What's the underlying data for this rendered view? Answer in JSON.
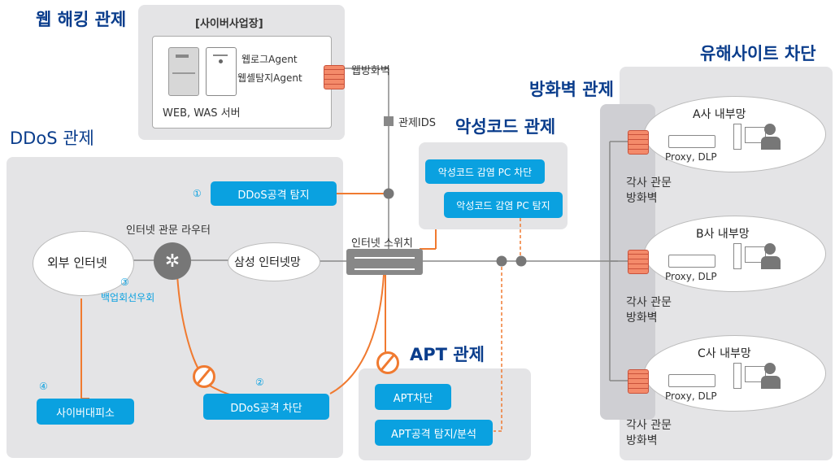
{
  "web_hacking": {
    "title": "웹 해킹 관제",
    "site_label": "[사이버사업장]",
    "weblog_agent": "웹로그Agent",
    "webshell_agent": "웹셸탐지Agent",
    "server_label": "WEB, WAS 서버",
    "web_firewall": "웹방화벽",
    "ids_label": "관제IDS"
  },
  "ddos": {
    "title": "DDoS 관제",
    "detect_num": "①",
    "detect_btn": "DDoS공격 탐지",
    "router_label": "인터넷 관문 라우터",
    "external_internet": "외부 인터넷",
    "samsung_net": "삼성 인터넷망",
    "backup_num": "③",
    "backup_label": "백업회선우회",
    "cyber_num": "④",
    "cyber_btn": "사이버대피소",
    "block_num": "②",
    "block_btn": "DDoS공격 차단"
  },
  "switch_label": "인터넷 스위치",
  "malware": {
    "title": "악성코드 관제",
    "block_btn": "악성코드 감염 PC 차단",
    "detect_btn": "악성코드 감염 PC 탐지"
  },
  "apt": {
    "title": "APT 관제",
    "block_btn": "APT차단",
    "detect_btn": "APT공격 탐지/분석"
  },
  "firewall": {
    "title": "방화벽 관제",
    "entries": [
      {
        "label_line1": "각사 관문",
        "label_line2": "방화벽"
      },
      {
        "label_line1": "각사 관문",
        "label_line2": "방화벽"
      },
      {
        "label_line1": "각사 관문",
        "label_line2": "방화벽"
      }
    ]
  },
  "harmful_site": {
    "title": "유해사이트 차단",
    "networks": [
      {
        "name": "A사 내부망",
        "proxy": "Proxy, DLP"
      },
      {
        "name": "B사 내부망",
        "proxy": "Proxy, DLP"
      },
      {
        "name": "C사 내부망",
        "proxy": "Proxy, DLP"
      }
    ]
  },
  "colors": {
    "accent_blue": "#0aa1e0",
    "title_navy": "#0a3d8c",
    "orange": "#f07a30",
    "panel_gray": "#e4e4e6"
  }
}
